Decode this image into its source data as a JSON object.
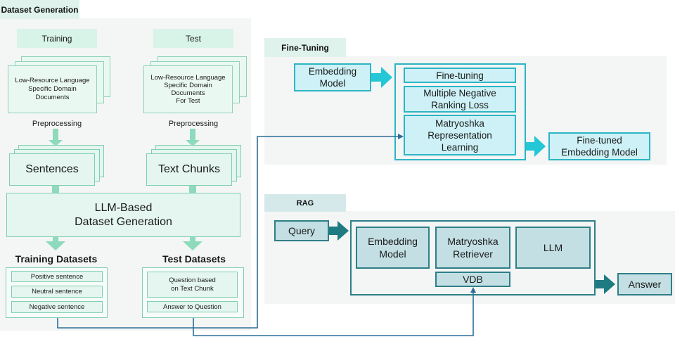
{
  "dataset": {
    "tab": "Dataset Generation",
    "training_label": "Training",
    "test_label": "Test",
    "training_doc": [
      "Low-Resource Language",
      "Specific Domain",
      "Documents"
    ],
    "test_doc": [
      "Low-Resource Language",
      "Specific Domain",
      "Documents",
      "For Test"
    ],
    "preprocessing": "Preprocessing",
    "sentences": "Sentences",
    "text_chunks": "Text Chunks",
    "llm_gen": [
      "LLM-Based",
      "Dataset Generation"
    ],
    "training_datasets": "Training Datasets",
    "test_datasets": "Test Datasets",
    "positive": "Positive sentence",
    "neutral": "Neutral sentence",
    "negative": "Negative sentence",
    "question": [
      "Question based",
      "on Text Chunk"
    ],
    "answer_q": "Answer to Question"
  },
  "finetune": {
    "tab": "Fine-Tuning",
    "embedding_model": [
      "Embedding",
      "Model"
    ],
    "finetuning": "Fine-tuning",
    "mnrl": [
      "Multiple Negative",
      "Ranking Loss"
    ],
    "mrl": [
      "Matryoshka",
      "Representation",
      "Learning"
    ],
    "finetuned": [
      "Fine-tuned",
      "Embedding Model"
    ]
  },
  "rag": {
    "tab": "RAG",
    "query": "Query",
    "embedding_model": [
      "Embedding",
      "Model"
    ],
    "retriever": [
      "Matryoshka",
      "Retriever"
    ],
    "llm": "LLM",
    "vdb": "VDB",
    "answer": "Answer"
  },
  "colors": {
    "green_tab": "#dff3ec",
    "cyan_border": "#2cb5c5",
    "cyan_arrow": "#23c7d6",
    "teal_border": "#2e7f87",
    "teal_arrow": "#1f7b82",
    "connector": "#2c6e98"
  }
}
